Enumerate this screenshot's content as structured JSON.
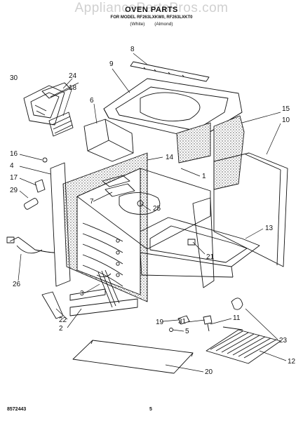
{
  "header": {
    "watermark": "AppliancePartsPros.com",
    "title": "OVEN PARTS",
    "models": "FOR MODEL RF263LXKW0, RF263LXKT0",
    "variant_1": "(White)",
    "variant_2": "(Almond)"
  },
  "footer": {
    "part_number": "8572443",
    "page_number": "5"
  },
  "callouts": [
    "1",
    "2",
    "3",
    "4",
    "5",
    "6",
    "7",
    "8",
    "9",
    "10",
    "11",
    "12",
    "13",
    "14",
    "15",
    "16",
    "17",
    "18",
    "19",
    "20",
    "21",
    "22",
    "23",
    "24",
    "25",
    "26",
    "29",
    "30",
    "31"
  ]
}
